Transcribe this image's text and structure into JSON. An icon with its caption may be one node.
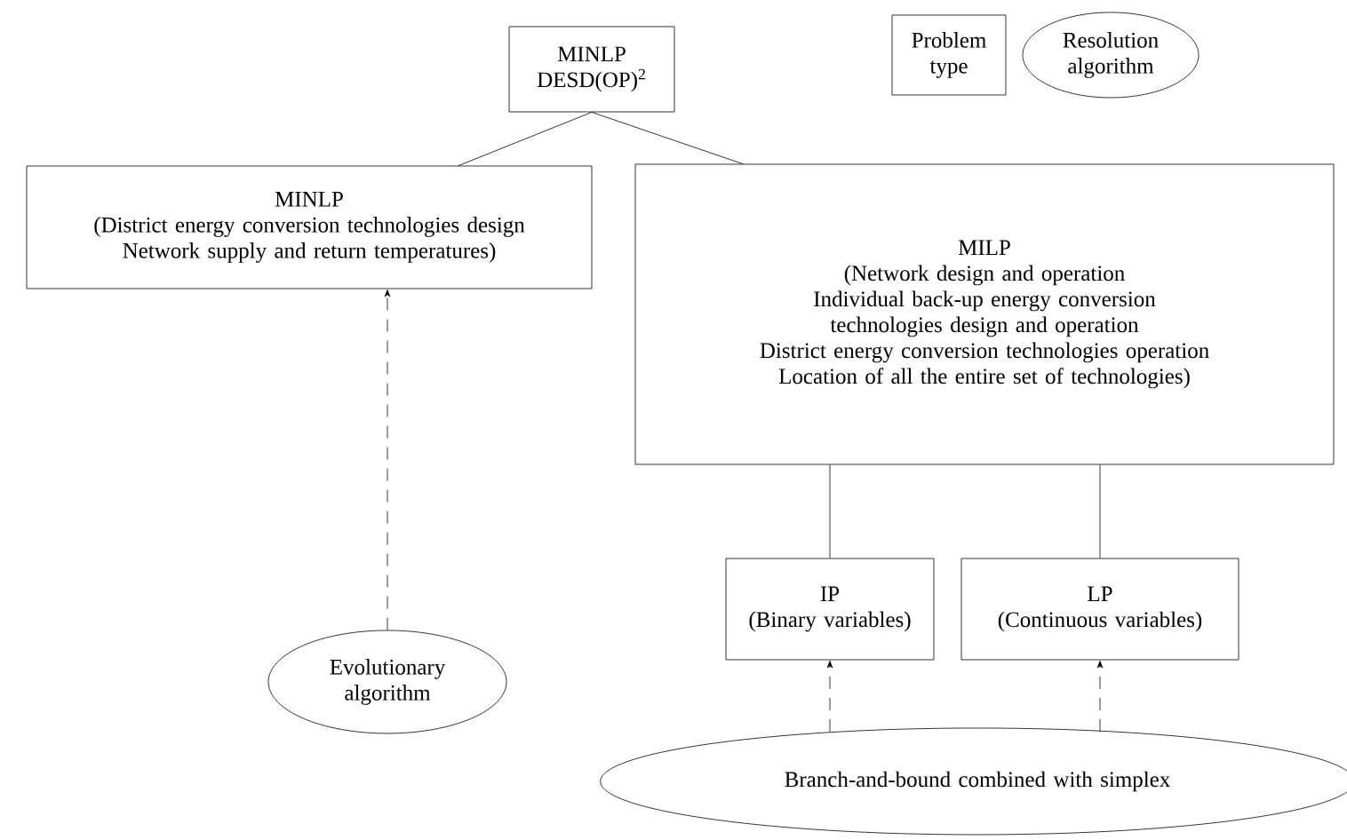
{
  "diagram": {
    "nodes": [
      {
        "text": [
          "MINLP",
          "DESD(OP)$^{2}$"
        ]
      },
      {
        "text": [
          "MINLP",
          "(District energy conversion technologies design",
          "Network supply and return temperatures)"
        ]
      },
      {
        "text": [
          "MILP",
          "(Network design and operation",
          "Individual back-up energy conversion technologies design and operation",
          "District energy conversion technologies operation",
          "Location of all the entire set of technologies)"
        ]
      },
      {
        "text": [
          "IP",
          "(Binary variables)"
        ]
      },
      {
        "text": [
          "LP",
          "(Continuous variables)"
        ]
      },
      {
        "text": [
          "Evolutionary algorithm"
        ]
      },
      {
        "text": [
          "Branch-and-bound combined with simplex"
        ]
      },
      {
        "text": [
          "Problem type"
        ]
      },
      {
        "text": [
          "Resolution algorithm"
        ]
      }
    ],
    "edges": [
      {
        "from": 0,
        "to": 1,
        "arrow": "none"
      },
      {
        "from": 0,
        "to": 2,
        "arrow": "none"
      },
      {
        "from": 2,
        "to": 3,
        "arrow": "none"
      },
      {
        "from": 2,
        "to": 4,
        "arrow": "none"
      },
      {
        "from": 5,
        "to": 1,
        "arrow": "to",
        "style": "dashed"
      },
      {
        "from": 6,
        "to": 3,
        "arrow": "to",
        "style": "dashed"
      },
      {
        "from": 6,
        "to": 4,
        "arrow": "to",
        "style": "dashed"
      }
    ]
  }
}
